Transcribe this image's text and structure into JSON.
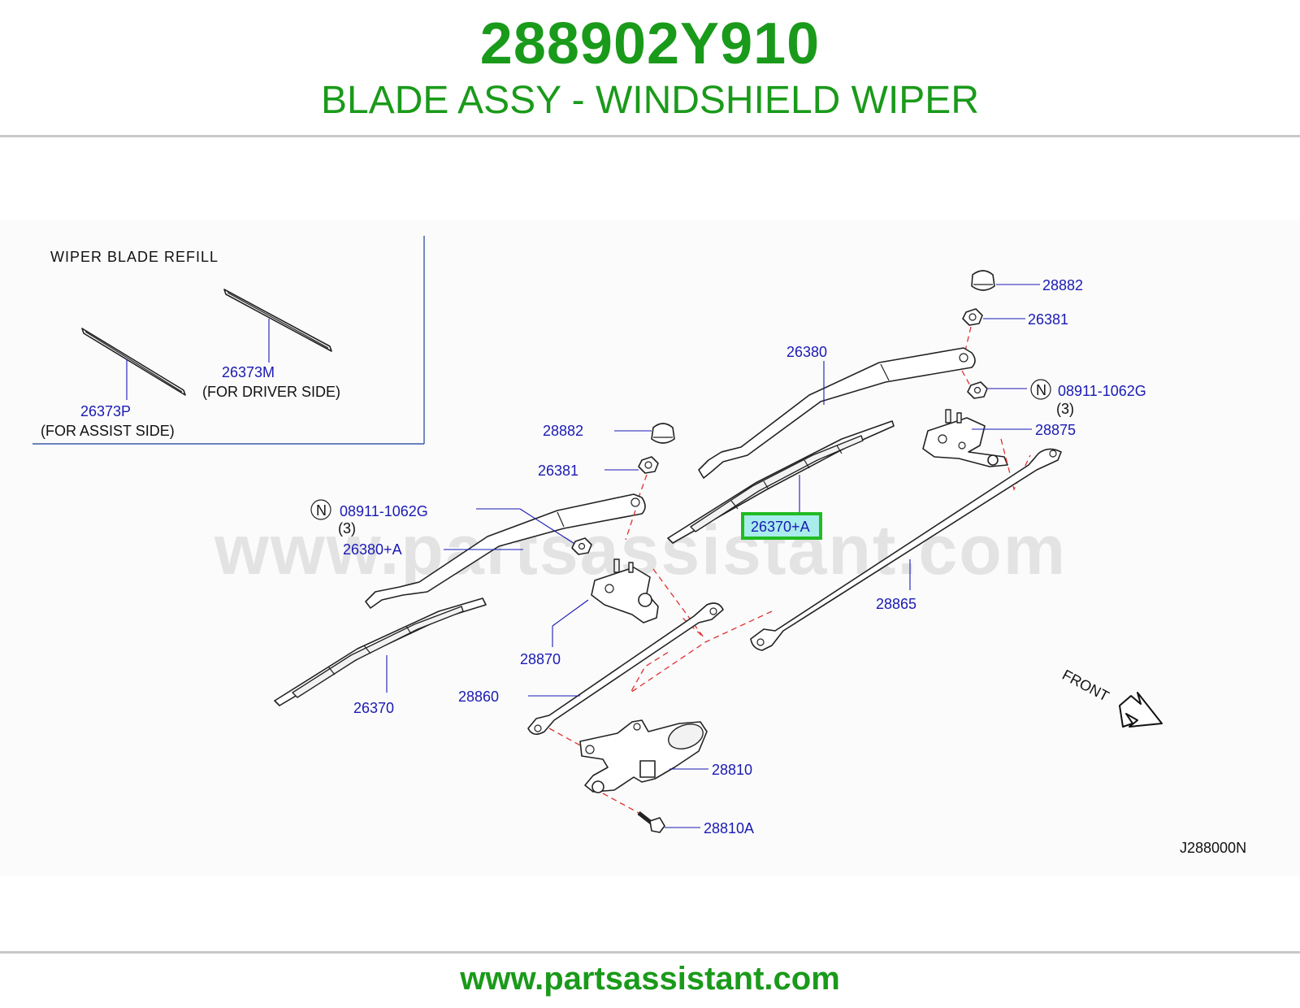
{
  "header": {
    "part_number": "288902Y910",
    "part_name": "BLADE ASSY - WINDSHIELD WIPER"
  },
  "diagram": {
    "refill_box": {
      "title": "WIPER  BLADE  REFILL",
      "driver_part": "26373M",
      "driver_note": "(FOR  DRIVER  SIDE)",
      "assist_part": "26373P",
      "assist_note": "(FOR  ASSIST  SIDE)"
    },
    "callouts": {
      "c28882_right": "28882",
      "c26381_right": "26381",
      "c26380": "26380",
      "n_symbol_right": "N",
      "c08911_right": "08911-1062G",
      "qty_right": "(3)",
      "c28875": "28875",
      "c28882_left": "28882",
      "c26381_left": "26381",
      "n_symbol_left": "N",
      "c08911_left": "08911-1062G",
      "qty_left": "(3)",
      "c26370A": "26370+A",
      "c26380A": "26380+A",
      "c28865": "28865",
      "c28870": "28870",
      "c28860": "28860",
      "c26370": "26370",
      "c28810": "28810",
      "c28810A": "28810A"
    },
    "highlighted_part": "26370+A",
    "front_label": "FRONT",
    "diagram_code": "J288000N",
    "watermark": "www.partsassistant.com"
  },
  "footer": {
    "url": "www.partsassistant.com"
  },
  "colors": {
    "brand_green": "#1a9a1a",
    "callout_blue": "#1a1ab4",
    "highlight_green": "#22bb22",
    "dashed_red": "#e03030"
  }
}
